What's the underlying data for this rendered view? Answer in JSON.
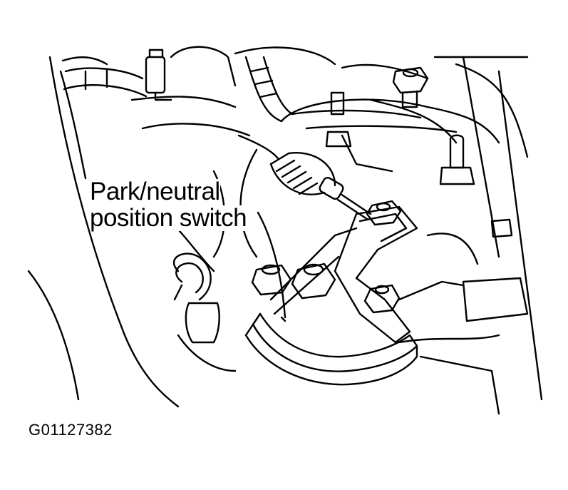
{
  "callout": {
    "line1": "Park/neutral",
    "line2": "position switch"
  },
  "figure_id": "G01127382",
  "colors": {
    "ink": "#000000",
    "paper": "#ffffff"
  }
}
